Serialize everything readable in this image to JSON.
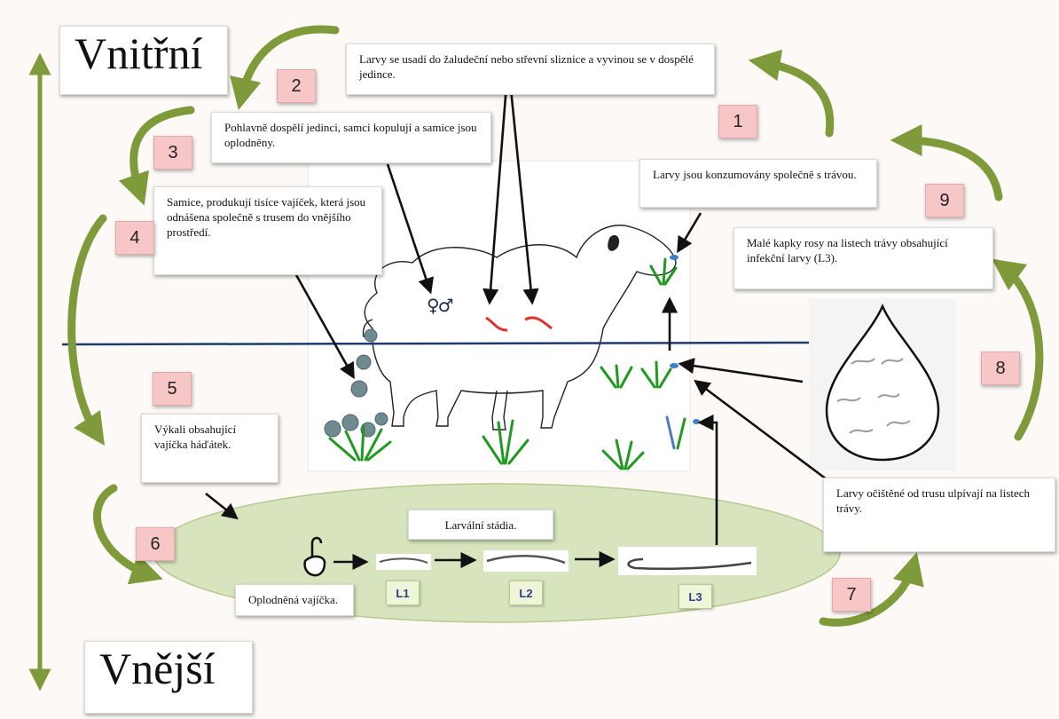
{
  "regions": {
    "inner": "Vnitřní",
    "outer": "Vnější"
  },
  "steps": [
    "1",
    "2",
    "3",
    "4",
    "5",
    "6",
    "7",
    "8",
    "9"
  ],
  "captions": {
    "c2": "Larvy se usadí do žaludeční nebo střevní sliznice a vyvinou se v dospělé jedince.",
    "c3": "Pohlavně dospělí jedinci, samci kopulují a samice jsou oplodněny.",
    "c4": "Samice, produkují tisíce vajíček, která jsou odnášena společně s trusem do vnějšího prostředí.",
    "c5": "Výkali obsahující vajíčka háďátek.",
    "c1": "Larvy jsou konzumovány společně s trávou.",
    "c9": "Malé kapky rosy na listech trávy obsahující infekční larvy (L3).",
    "c7": "Larvy očištěné od trusu ulpívají na listech trávy.",
    "stages": "Larvální stádia.",
    "egg": "Oplodněná vajíčka."
  },
  "larval_stages": [
    "L1",
    "L2",
    "L3"
  ],
  "sex_symbol": "♀♂",
  "colors": {
    "arrow_green": "#7e9a3a",
    "pink": "#f7c6c7",
    "ellipse": "#d7e4bd",
    "ground_line": "#1f3b6e",
    "worm_red": "#e0322c",
    "grass": "#1f9a1f"
  }
}
